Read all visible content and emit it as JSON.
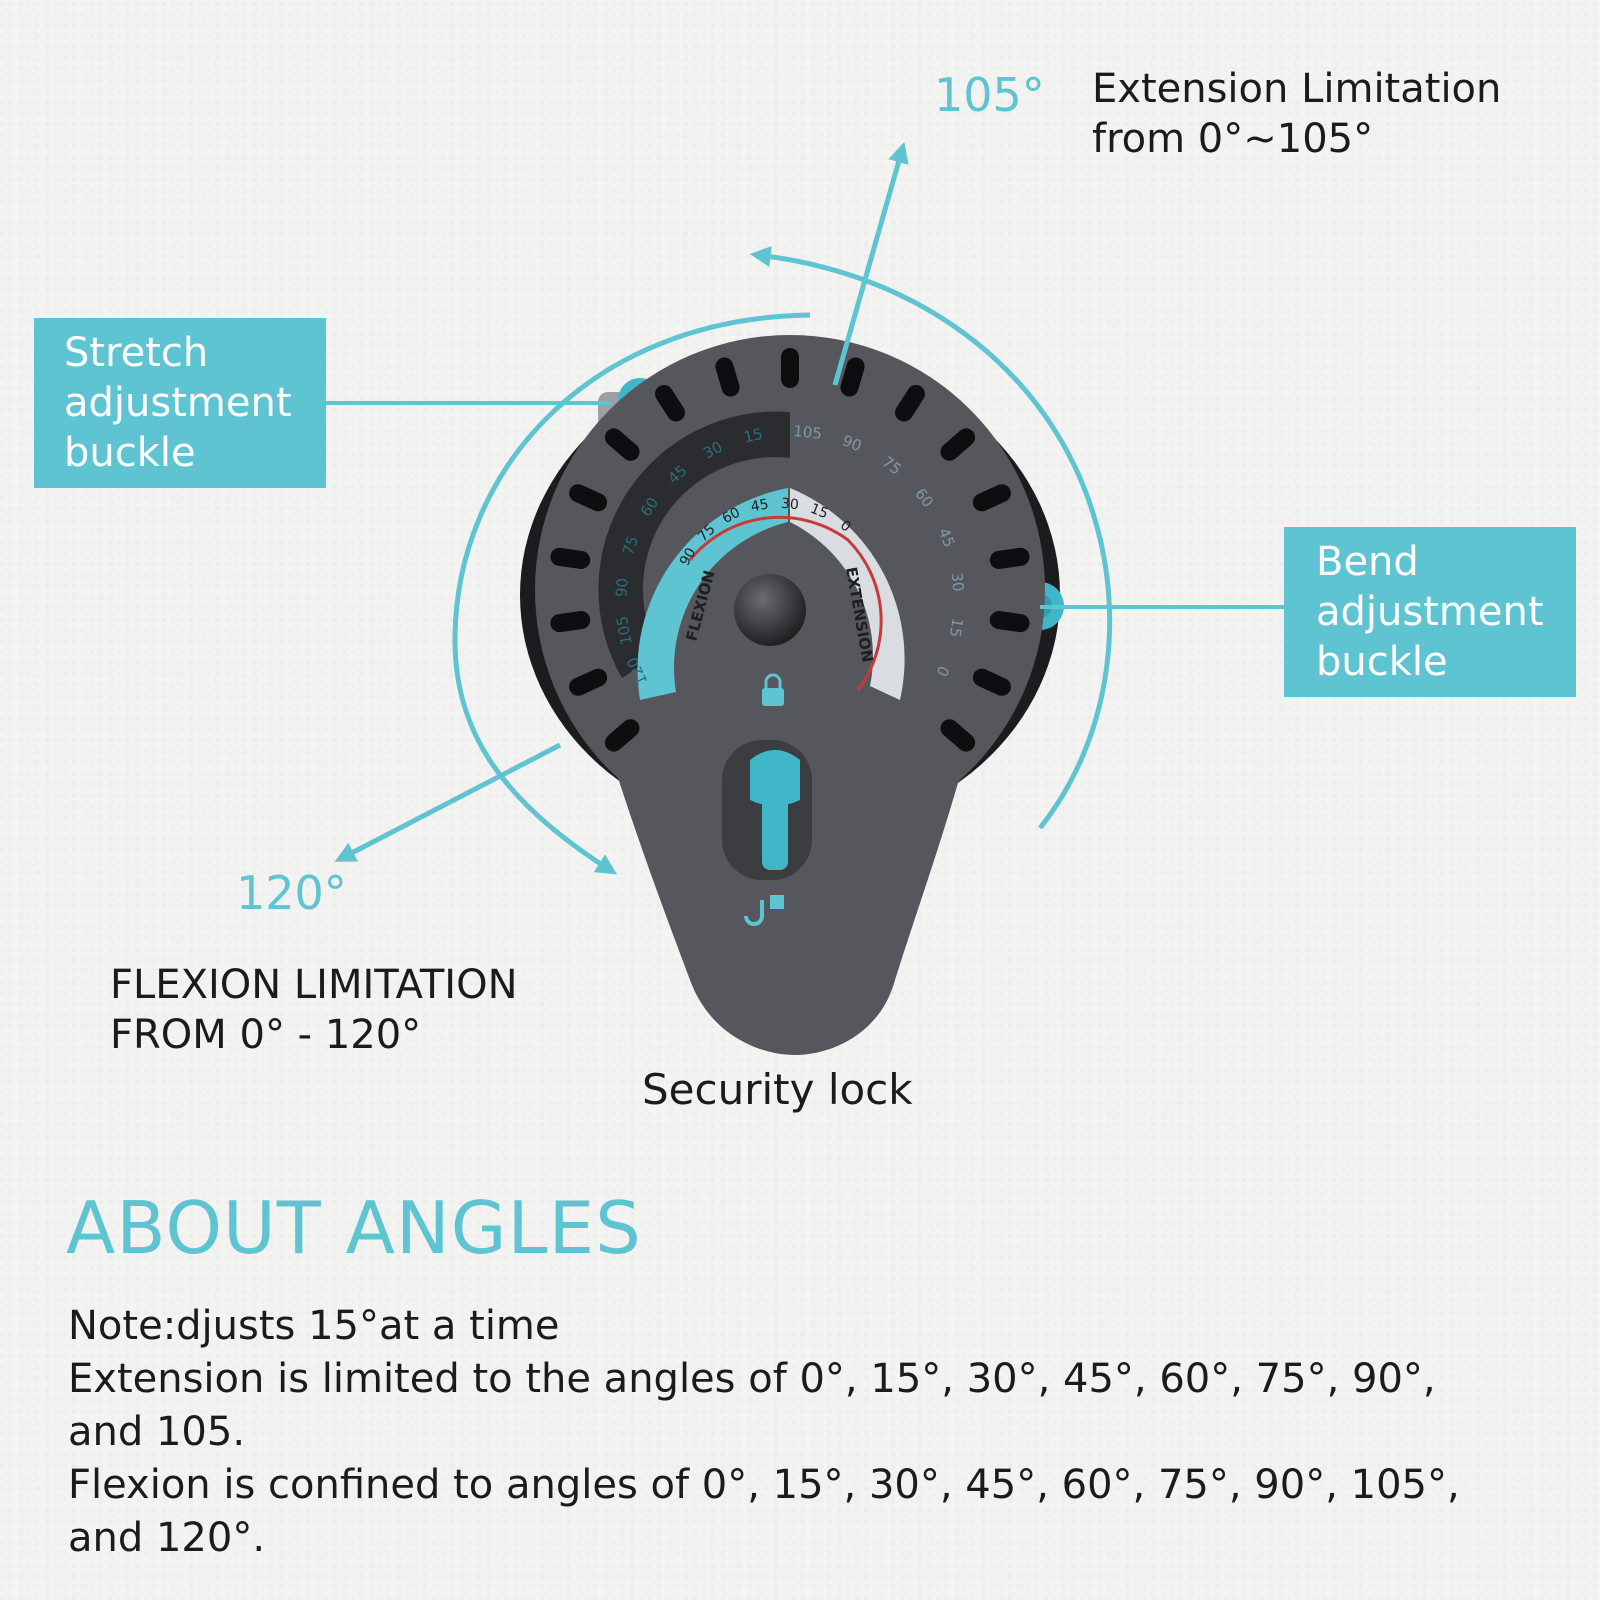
{
  "callouts": {
    "extension_angle": "105°",
    "extension_title_line1": "Extension Limitation",
    "extension_title_line2": "from 0°~105°",
    "flexion_angle": "120°",
    "flexion_title_line1": "FLEXION LIMITATION",
    "flexion_title_line2": "FROM 0° - 120°",
    "stretch_buckle": [
      "Stretch",
      "adjustment",
      "buckle"
    ],
    "bend_buckle": [
      "Bend",
      "adjustment",
      "buckle"
    ],
    "security_lock": "Security lock"
  },
  "dial": {
    "flexion_word": "FLEXION",
    "extension_word": "EXTENSION",
    "flexion_ticks": [
      "0",
      "15",
      "30",
      "45",
      "60",
      "75",
      "90",
      "105",
      "120"
    ],
    "extension_ticks": [
      "105",
      "90",
      "75",
      "60",
      "45",
      "30",
      "15",
      "0"
    ],
    "inner_ticks": [
      "90",
      "75",
      "60",
      "45",
      "30",
      "15",
      "0"
    ]
  },
  "about": {
    "heading": "ABOUT ANGLES",
    "lines": [
      "Note:djusts 15°at a time",
      "Extension is limited to the angles of 0°, 15°, 30°, 45°, 60°, 75°, 90°,",
      "and 105.",
      "Flexion is confined to angles of 0°, 15°, 30°, 45°, 60°, 75°, 90°, 105°,",
      "and 120°."
    ]
  },
  "colors": {
    "accent": "#5ec4d2",
    "device_body": "#55575c",
    "text": "#1b1b1b",
    "scale_red": "#c73a3a",
    "extension_scale": "#d9dde2"
  }
}
